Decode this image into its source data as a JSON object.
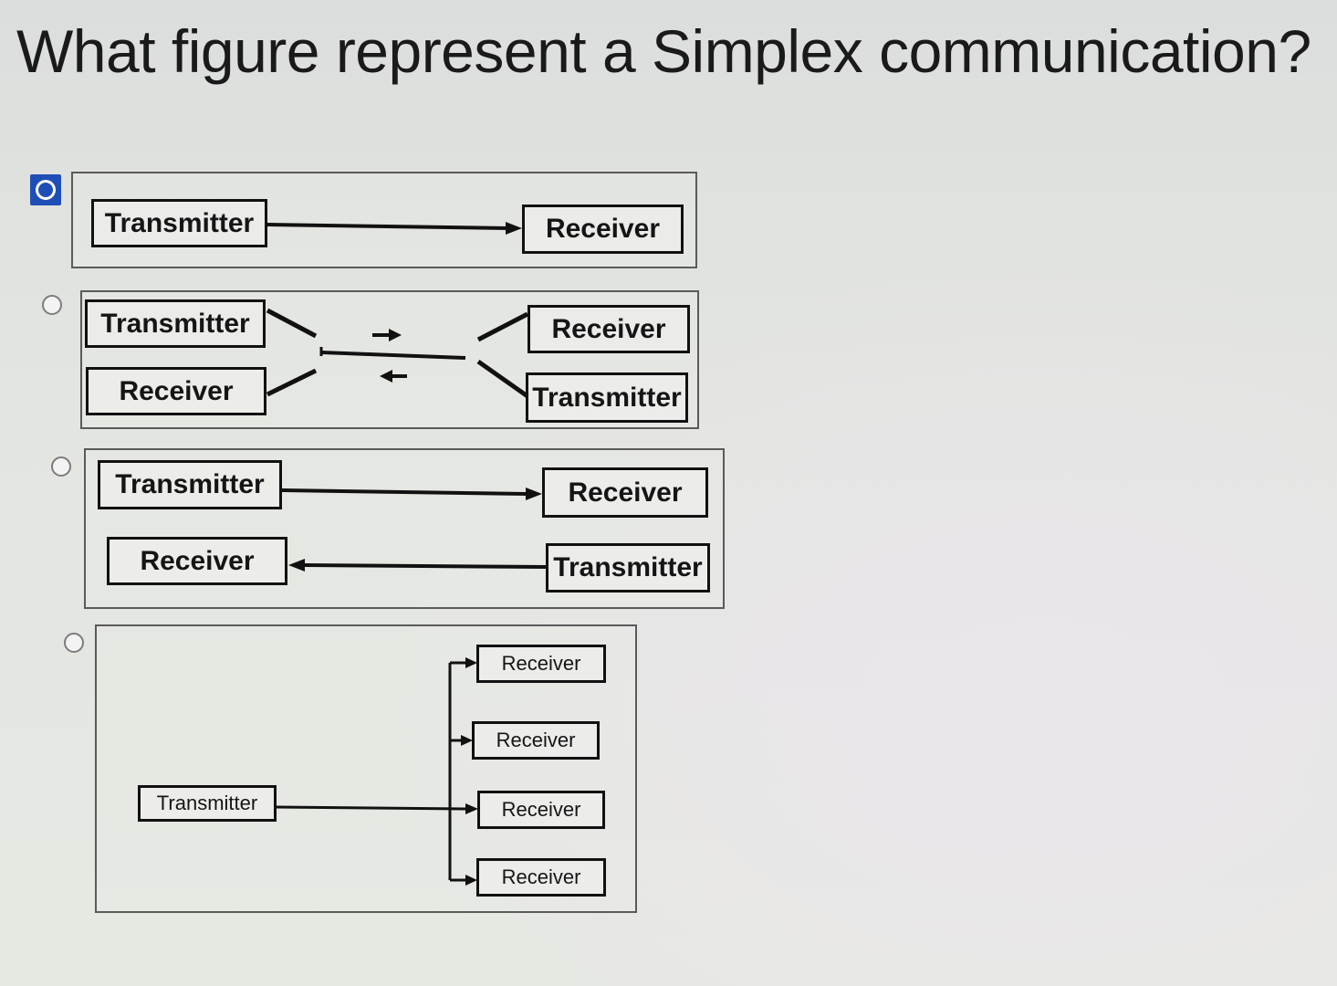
{
  "question": "What figure represent a Simplex communication?",
  "selected_option": 1,
  "options": [
    {
      "transmitter": "Transmitter",
      "receiver": "Receiver"
    },
    {
      "left_top": "Transmitter",
      "left_bottom": "Receiver",
      "right_top": "Receiver",
      "right_bottom": "Transmitter"
    },
    {
      "left_top": "Transmitter",
      "right_top": "Receiver",
      "left_bottom": "Receiver",
      "right_bottom": "Transmitter"
    },
    {
      "transmitter": "Transmitter",
      "receivers": [
        "Receiver",
        "Receiver",
        "Receiver",
        "Receiver"
      ]
    }
  ],
  "colors": {
    "selected_radio": "#1e4fb7"
  }
}
